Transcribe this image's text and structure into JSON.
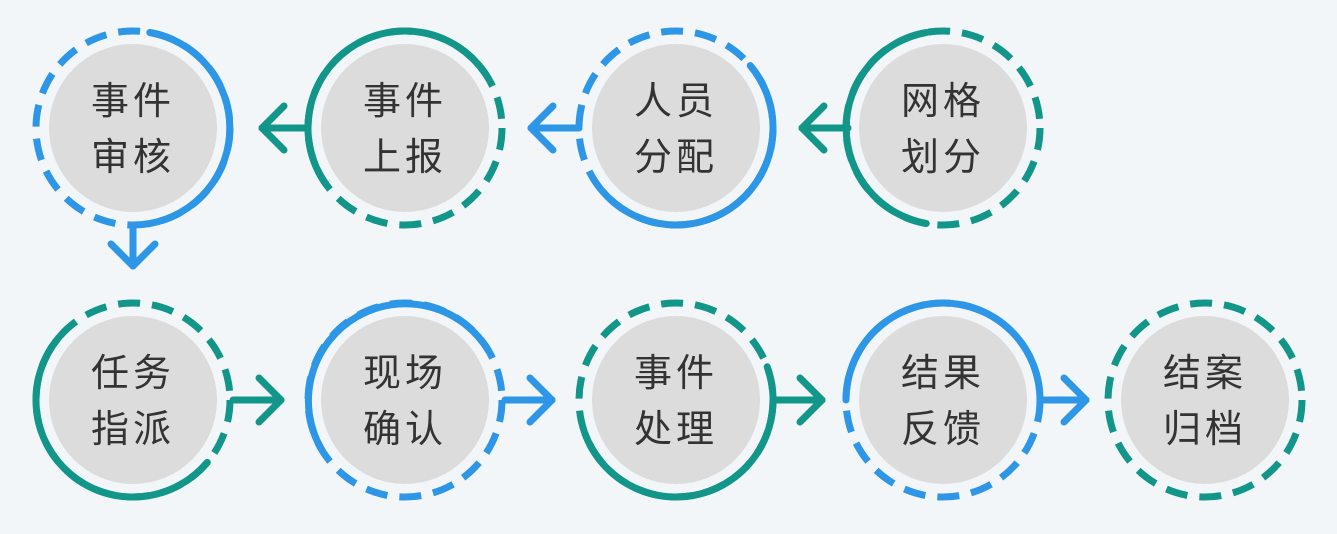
{
  "colors": {
    "blue": "#2d96e6",
    "teal": "#12968a",
    "fill": "#dcdcdc",
    "text": "#333333",
    "background": "#f2f6f9"
  },
  "steps": [
    {
      "line1": "网格",
      "line2": "划分",
      "color": "teal",
      "ring_style": "split"
    },
    {
      "line1": "人员",
      "line2": "分配",
      "color": "blue",
      "ring_style": "split"
    },
    {
      "line1": "事件",
      "line2": "上报",
      "color": "teal",
      "ring_style": "split"
    },
    {
      "line1": "事件",
      "line2": "审核",
      "color": "blue",
      "ring_style": "split"
    },
    {
      "line1": "任务",
      "line2": "指派",
      "color": "teal",
      "ring_style": "split"
    },
    {
      "line1": "现场",
      "line2": "确认",
      "color": "blue",
      "ring_style": "split"
    },
    {
      "line1": "事件",
      "line2": "处理",
      "color": "teal",
      "ring_style": "split"
    },
    {
      "line1": "结果",
      "line2": "反馈",
      "color": "blue",
      "ring_style": "split"
    },
    {
      "line1": "结案",
      "line2": "归档",
      "color": "teal",
      "ring_style": "dashed"
    }
  ]
}
